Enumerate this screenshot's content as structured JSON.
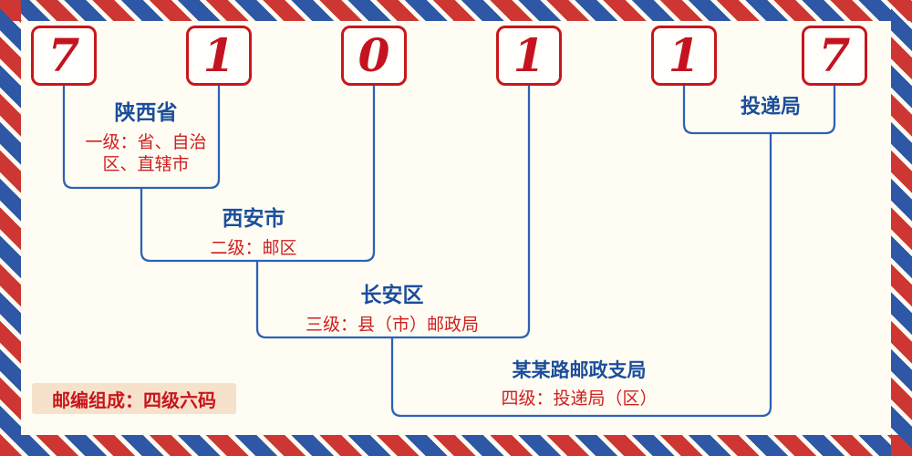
{
  "postal_code": {
    "digits": [
      "7",
      "1",
      "0",
      "1",
      "1",
      "7"
    ]
  },
  "levels": {
    "level1": {
      "place": "陕西省",
      "desc": "一级：省、自治区、直辖市"
    },
    "level2": {
      "place": "西安市",
      "desc": "二级：邮区"
    },
    "level3": {
      "place": "长安区",
      "desc": "三级：县（市）邮政局"
    },
    "level4": {
      "place": "某某路邮政支局",
      "desc": "四级：投递局（区）"
    },
    "delivery_bureau": {
      "place": "投递局"
    }
  },
  "note": "邮编组成：四级六码",
  "colors": {
    "digit_red": "#c4131f",
    "box_border_red": "#c8161d",
    "label_blue": "#1b4e9b",
    "desc_red": "#cf1f1f",
    "line_blue": "#2e62b5",
    "stripe_red": "#cd3632",
    "stripe_blue": "#2e57a6",
    "background": "#fffdf3",
    "note_bg": "#f6e2cb"
  }
}
